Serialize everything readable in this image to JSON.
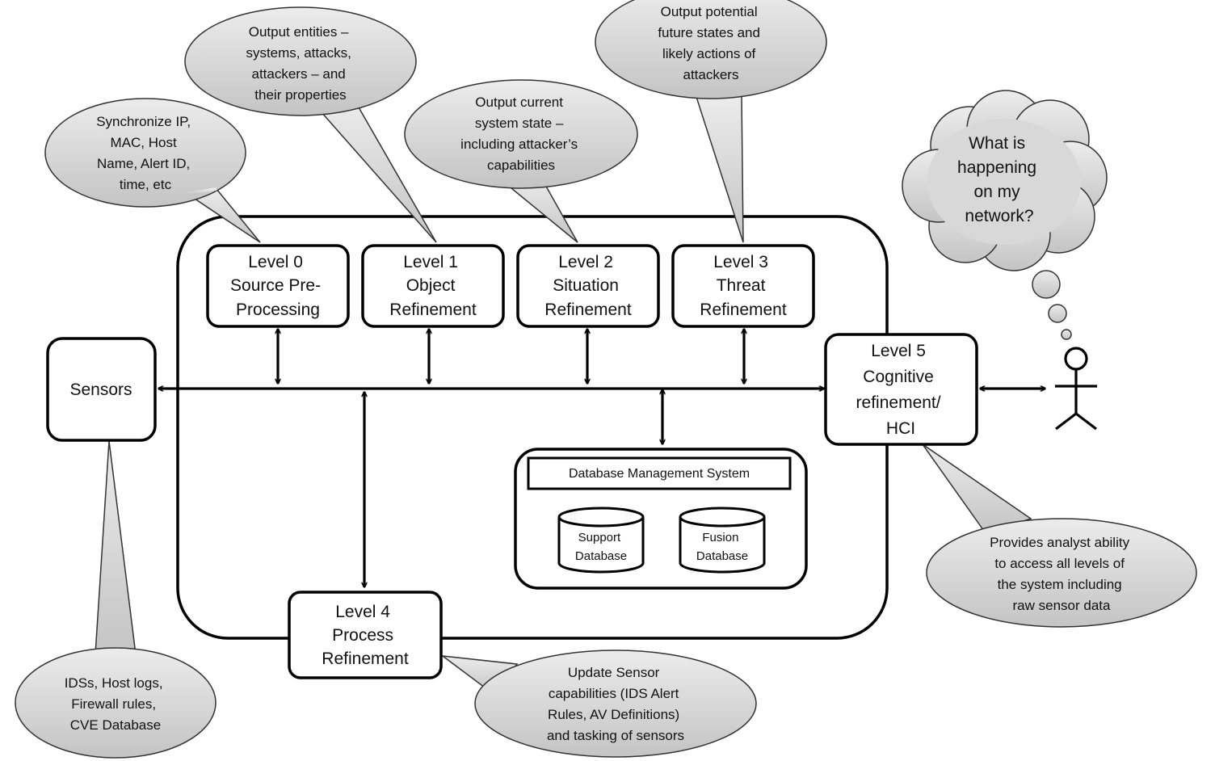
{
  "levels": [
    {
      "lines": [
        "Level 0",
        "Source Pre-",
        "Processing"
      ]
    },
    {
      "lines": [
        "Level 1",
        "Object",
        "Refinement"
      ]
    },
    {
      "lines": [
        "Level 2",
        "Situation",
        "Refinement"
      ]
    },
    {
      "lines": [
        "Level 3",
        "Threat",
        "Refinement"
      ]
    },
    {
      "lines": [
        "Level 4",
        "Process",
        "Refinement"
      ]
    },
    {
      "lines": [
        "Level 5",
        "Cognitive",
        "refinement/",
        "HCI"
      ]
    }
  ],
  "sensors": {
    "label": "Sensors"
  },
  "dbms": {
    "title": "Database Management System",
    "databases": [
      {
        "lines": [
          "Support",
          "Database"
        ]
      },
      {
        "lines": [
          "Fusion",
          "Database"
        ]
      }
    ]
  },
  "callouts": {
    "level0": [
      "Synchronize IP,",
      "MAC, Host",
      "Name, Alert ID,",
      "time, etc"
    ],
    "level1": [
      "Output entities –",
      "systems, attacks,",
      "attackers – and",
      "their properties"
    ],
    "level2": [
      "Output current",
      "system state –",
      "including attacker’s",
      "capabilities"
    ],
    "level3": [
      "Output potential",
      "future states and",
      "likely actions of",
      "attackers"
    ],
    "level4": [
      "Update Sensor",
      "capabilities (IDS Alert",
      "Rules, AV Definitions)",
      "and tasking of sensors"
    ],
    "level5": [
      "Provides analyst ability",
      "to access all levels of",
      "the system including",
      "raw sensor data"
    ],
    "sensors": [
      "IDSs, Host logs,",
      "Firewall rules,",
      "CVE Database"
    ]
  },
  "thought": [
    "What is",
    "happening",
    "on my",
    "network?"
  ],
  "colors": {
    "bubble_fill": "#d4d4d4",
    "stroke": "#000000"
  }
}
